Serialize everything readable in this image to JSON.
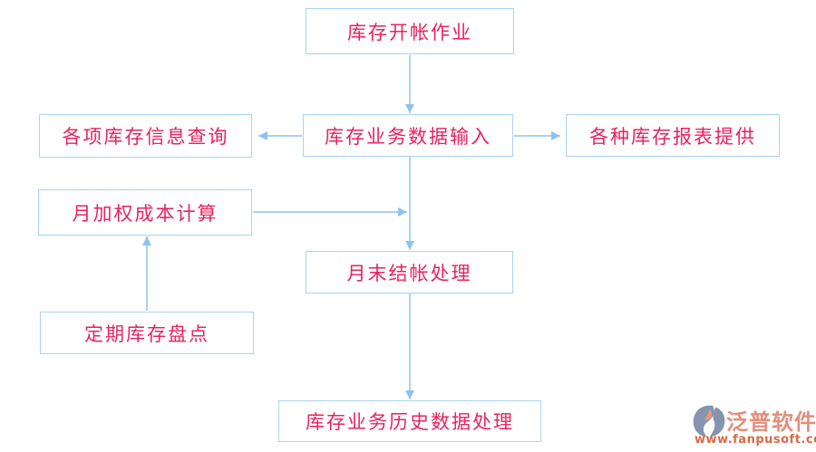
{
  "page": {
    "background": "#ffffff"
  },
  "colors": {
    "node_border": "#a9d3f5",
    "node_text": "#e8235f",
    "arrow": "#8fc2ef",
    "logo_name_text": "#e0907c",
    "logo_url_text": "#d96a44",
    "logo_icon": "#8495ad",
    "logo_icon_accent": "#e09a80"
  },
  "diagram": {
    "type": "flowchart",
    "nodes": [
      {
        "id": "opening",
        "label": "库存开帐作业"
      },
      {
        "id": "data-input",
        "label": "库存业务数据输入"
      },
      {
        "id": "info-query",
        "label": "各项库存信息查询"
      },
      {
        "id": "report",
        "label": "各种库存报表提供"
      },
      {
        "id": "cost-calc",
        "label": "月加权成本计算"
      },
      {
        "id": "month-end",
        "label": "月末结帐处理"
      },
      {
        "id": "stocktake",
        "label": "定期库存盘点"
      },
      {
        "id": "history",
        "label": "库存业务历史数据处理"
      }
    ],
    "edges": [
      {
        "from": "opening",
        "to": "data-input",
        "direction": "down"
      },
      {
        "from": "data-input",
        "to": "info-query",
        "direction": "left"
      },
      {
        "from": "data-input",
        "to": "report",
        "direction": "right"
      },
      {
        "from": "data-input",
        "to": "month-end",
        "direction": "down"
      },
      {
        "from": "cost-calc",
        "to": "month-end",
        "direction": "right-into-line"
      },
      {
        "from": "stocktake",
        "to": "cost-calc",
        "direction": "up"
      },
      {
        "from": "month-end",
        "to": "history",
        "direction": "down"
      }
    ]
  },
  "logo": {
    "name": "泛普软件",
    "url": "www.fanpusoft.com"
  }
}
